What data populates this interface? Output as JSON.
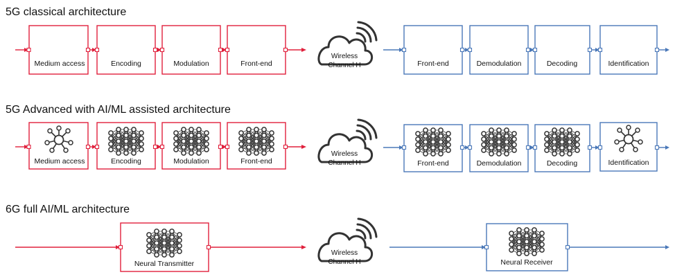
{
  "colors": {
    "transmit": "#e0203c",
    "receive": "#4a78b8",
    "cloud": "#333333",
    "icon": "#333333"
  },
  "rows": [
    {
      "title": "5G classical architecture",
      "tx_blocks": [
        {
          "label": "Medium access",
          "icon": "none"
        },
        {
          "label": "Encoding",
          "icon": "none"
        },
        {
          "label": "Modulation",
          "icon": "none"
        },
        {
          "label": "Front-end",
          "icon": "none"
        }
      ],
      "channel": {
        "line1": "Wireless",
        "line2": "Channel H"
      },
      "rx_blocks": [
        {
          "label": "Front-end",
          "icon": "none"
        },
        {
          "label": "Demodulation",
          "icon": "none"
        },
        {
          "label": "Decoding",
          "icon": "none"
        },
        {
          "label": "Identification",
          "icon": "none"
        }
      ]
    },
    {
      "title": "5G Advanced with AI/ML assisted architecture",
      "tx_blocks": [
        {
          "label": "Medium access",
          "icon": "hub-network-icon"
        },
        {
          "label": "Encoding",
          "icon": "neural-network-icon"
        },
        {
          "label": "Modulation",
          "icon": "neural-network-icon"
        },
        {
          "label": "Front-end",
          "icon": "neural-network-icon"
        }
      ],
      "channel": {
        "line1": "Wireless",
        "line2": "Channel H"
      },
      "rx_blocks": [
        {
          "label": "Front-end",
          "icon": "neural-network-icon"
        },
        {
          "label": "Demodulation",
          "icon": "neural-network-icon"
        },
        {
          "label": "Decoding",
          "icon": "neural-network-icon"
        },
        {
          "label": "Identification",
          "icon": "hub-network-icon"
        }
      ]
    },
    {
      "title": "6G full AI/ML architecture",
      "tx_blocks": [
        {
          "label": "Neural Transmitter",
          "icon": "neural-network-icon"
        }
      ],
      "channel": {
        "line1": "Wireless",
        "line2": "Channel H"
      },
      "rx_blocks": [
        {
          "label": "Neural Receiver",
          "icon": "neural-network-icon"
        }
      ]
    }
  ]
}
